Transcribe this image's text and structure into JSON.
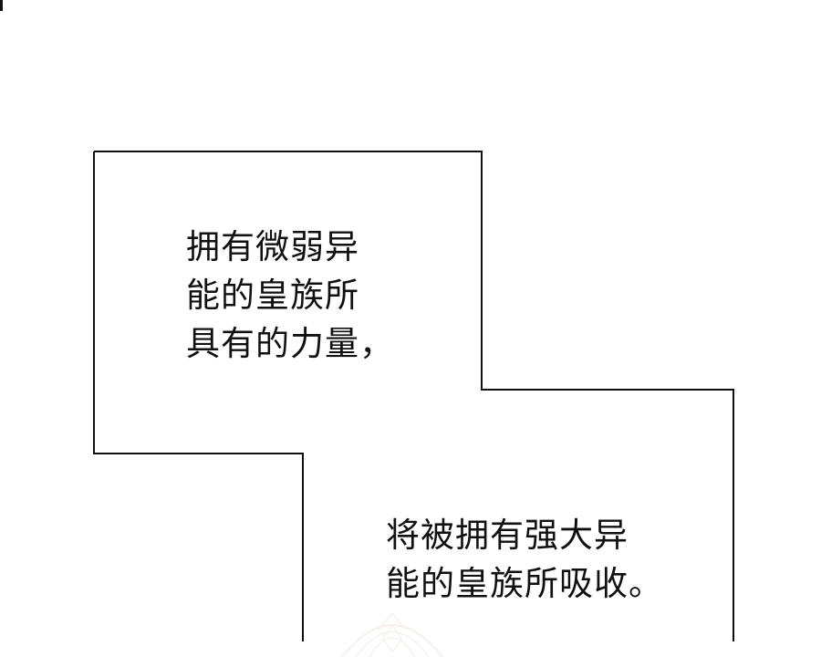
{
  "captions": {
    "top": {
      "lines": [
        "拥有微弱异",
        "能的皇族所",
        "具有的力量，"
      ]
    },
    "bottom": {
      "lines": [
        "将被拥有强大异",
        "能的皇族所吸收。"
      ]
    }
  },
  "colors": {
    "background": "#ffffff",
    "border": "#111111",
    "text": "#111111",
    "watermark": "#e8d2c8"
  },
  "watermark": {
    "icon": "ornate-crest-watermark-icon"
  }
}
